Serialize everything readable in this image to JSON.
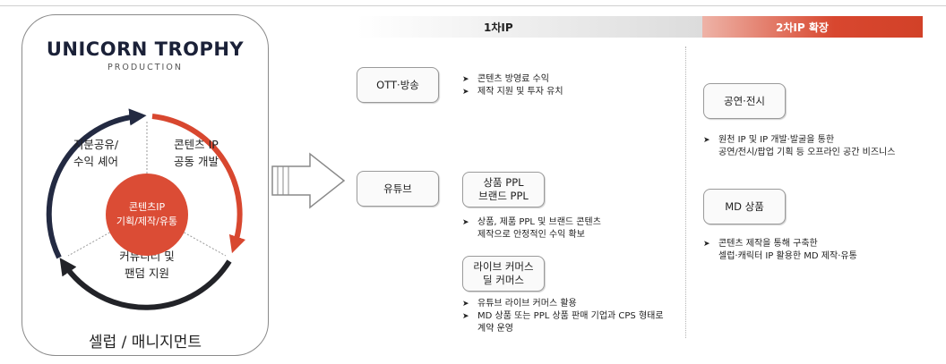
{
  "logo": {
    "title": "UNICORN TROPHY",
    "subtitle": "PRODUCTION"
  },
  "cycle": {
    "left_label": [
      "지분공유/",
      "수익 셰어"
    ],
    "right_label": [
      "콘텐츠 IP",
      "공동 개발"
    ],
    "bottom_label": [
      "커뮤니티 및",
      "팬덤 지원"
    ],
    "center": [
      "콘텐츠IP",
      "기획/제작/유통"
    ],
    "footer": "셀럽 / 매니지먼트"
  },
  "header": {
    "ip1": "1차IP",
    "ip2": "2차IP 확장"
  },
  "colors": {
    "accent_red": "#d8472f",
    "navy": "#232a42"
  },
  "primary": {
    "ott": {
      "label": "OTT·방송",
      "bullets": [
        "콘텐츠 방영료 수익",
        "제작 지원 및 투자 유치"
      ]
    },
    "youtube": {
      "label": "유튜브"
    },
    "ppl": {
      "label": [
        "상품 PPL",
        "브랜드 PPL"
      ],
      "bullet": [
        "상품, 제품 PPL 및 브랜드 콘텐츠",
        "제작으로 안정적인 수익 확보"
      ]
    },
    "live": {
      "label": [
        "라이브 커머스",
        "딜 커머스"
      ],
      "bullets": [
        [
          "유튜브 라이브 커머스 활용"
        ],
        [
          "MD 상품 또는 PPL 상품 판매 기업과 CPS 형태로",
          "계약 운영"
        ]
      ]
    }
  },
  "secondary": {
    "show": {
      "label": "공연·전시",
      "bullet": [
        "원천 IP 및 IP 개발·발굴을 통한",
        "공연/전시/팝업 기획 등 오프라인 공간 비즈니스"
      ]
    },
    "md": {
      "label": "MD 상품",
      "bullet": [
        "콘텐츠 제작을 통해 구축한",
        "셀럽·캐릭터 IP 활용한 MD 제작·유통"
      ]
    }
  },
  "bullet_marker": "➤"
}
